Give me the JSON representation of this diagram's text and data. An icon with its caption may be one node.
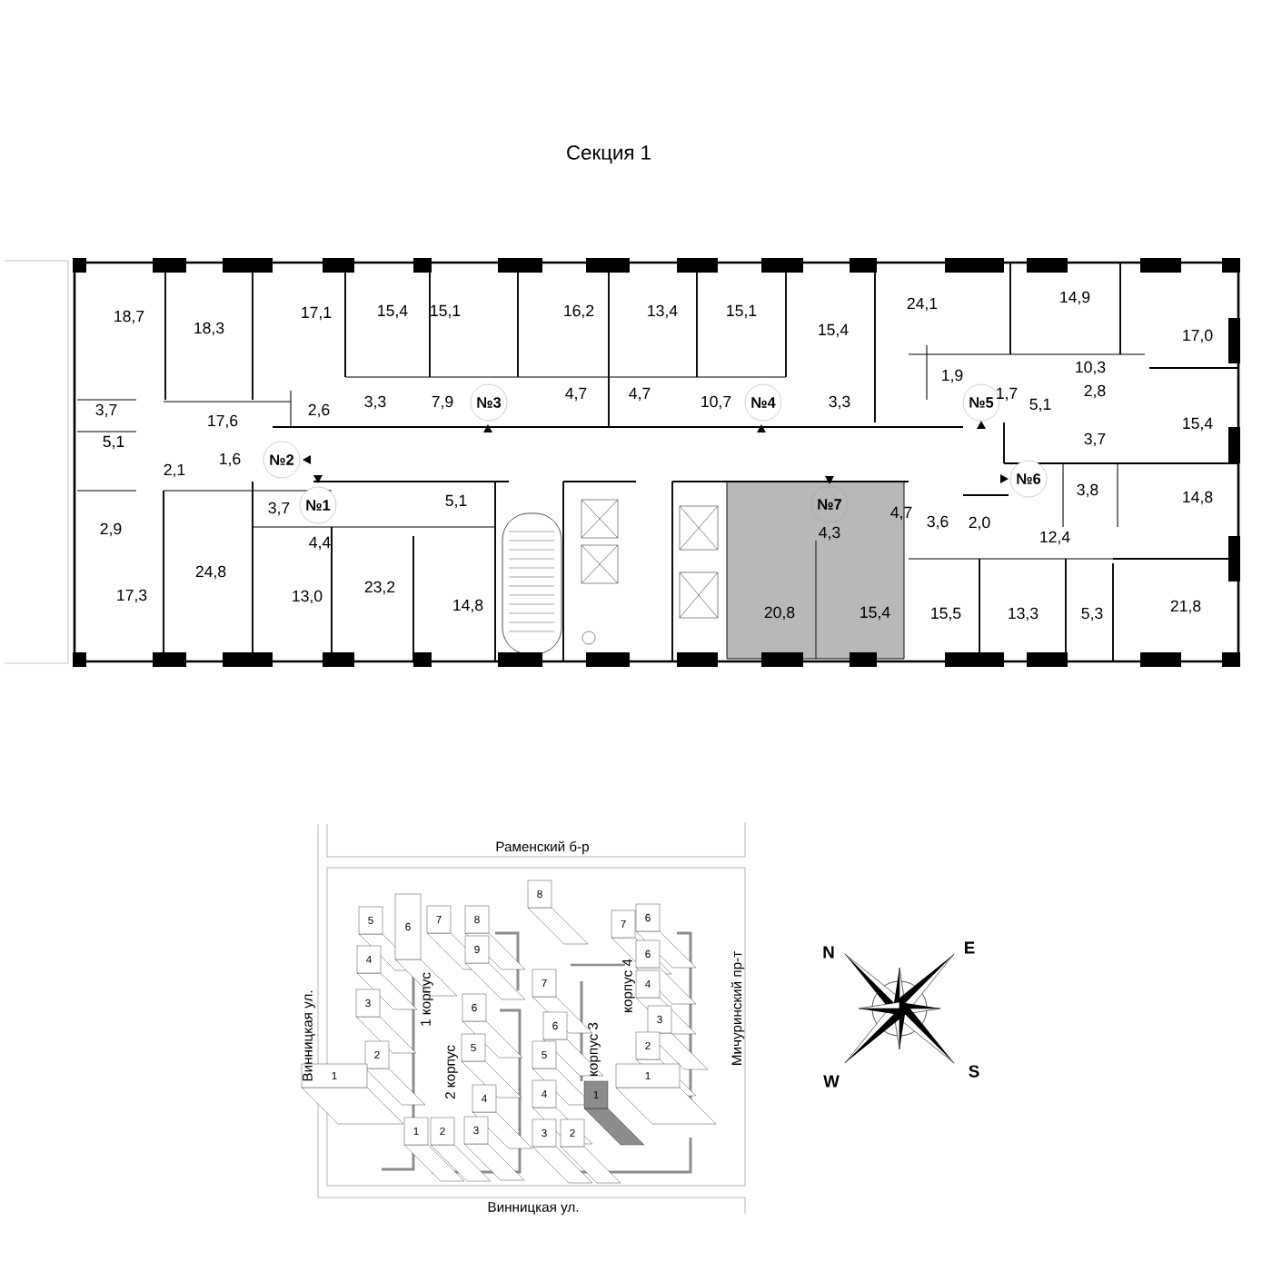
{
  "diagram": {
    "title": "Секция 1",
    "nodes": [
      {
        "text": [
          "№1"
        ]
      },
      {
        "text": [
          "№2"
        ]
      },
      {
        "text": [
          "№3"
        ]
      },
      {
        "text": [
          "№4"
        ]
      },
      {
        "text": [
          "№5"
        ]
      },
      {
        "text": [
          "№6"
        ]
      },
      {
        "text": [
          "№7"
        ]
      },
      {
        "text": [
          "5"
        ]
      },
      {
        "text": [
          "6"
        ]
      },
      {
        "text": [
          "7"
        ]
      },
      {
        "text": [
          "8"
        ]
      },
      {
        "text": [
          "9"
        ]
      },
      {
        "text": [
          "4"
        ]
      },
      {
        "text": [
          "3"
        ]
      },
      {
        "text": [
          "2"
        ]
      },
      {
        "text": [
          "1"
        ]
      },
      {
        "text": [
          "6"
        ]
      },
      {
        "text": [
          "5"
        ]
      },
      {
        "text": [
          "4"
        ]
      },
      {
        "text": [
          "3"
        ]
      },
      {
        "text": [
          "2"
        ]
      },
      {
        "text": [
          "1"
        ]
      },
      {
        "text": [
          "8"
        ]
      },
      {
        "text": [
          "7"
        ]
      },
      {
        "text": [
          "6"
        ]
      },
      {
        "text": [
          "6"
        ]
      },
      {
        "text": [
          "4"
        ]
      },
      {
        "text": [
          "3"
        ]
      },
      {
        "text": [
          "2"
        ]
      },
      {
        "text": [
          "1"
        ]
      },
      {
        "text": [
          "7"
        ]
      },
      {
        "text": [
          "6"
        ]
      },
      {
        "text": [
          "5"
        ]
      },
      {
        "text": [
          "4"
        ]
      },
      {
        "text": [
          "3"
        ]
      },
      {
        "text": [
          "2"
        ]
      },
      {
        "text": [
          "1"
        ]
      }
    ],
    "labels": [
      "18,7",
      "18,3",
      "17,1",
      "15,4",
      "15,1",
      "16,2",
      "13,4",
      "15,1",
      "15,4",
      "24,1",
      "14,9",
      "17,0",
      "3,7",
      "17,6",
      "2,6",
      "3,3",
      "7,9",
      "4,7",
      "4,7",
      "10,7",
      "3,3",
      "1,9",
      "1,7",
      "5,1",
      "10,3",
      "2,8",
      "15,4",
      "5,1",
      "2,1",
      "1,6",
      "3,7",
      "3,8",
      "14,8",
      "3,7",
      "5,1",
      "4,7",
      "4,3",
      "3,6",
      "2,0",
      "12,4",
      "2,9",
      "4,4",
      "17,3",
      "24,8",
      "13,0",
      "23,2",
      "14,8",
      "20,8",
      "15,4",
      "15,5",
      "13,3",
      "5,3",
      "21,8",
      "Раменский б-р",
      "Винницкая ул.",
      "1 корпус",
      "2 корпус",
      "корпус 3",
      "корпус 4",
      "Мичуринский пр-т",
      "Винницкая ул.",
      "N",
      "E",
      "W",
      "S"
    ]
  }
}
